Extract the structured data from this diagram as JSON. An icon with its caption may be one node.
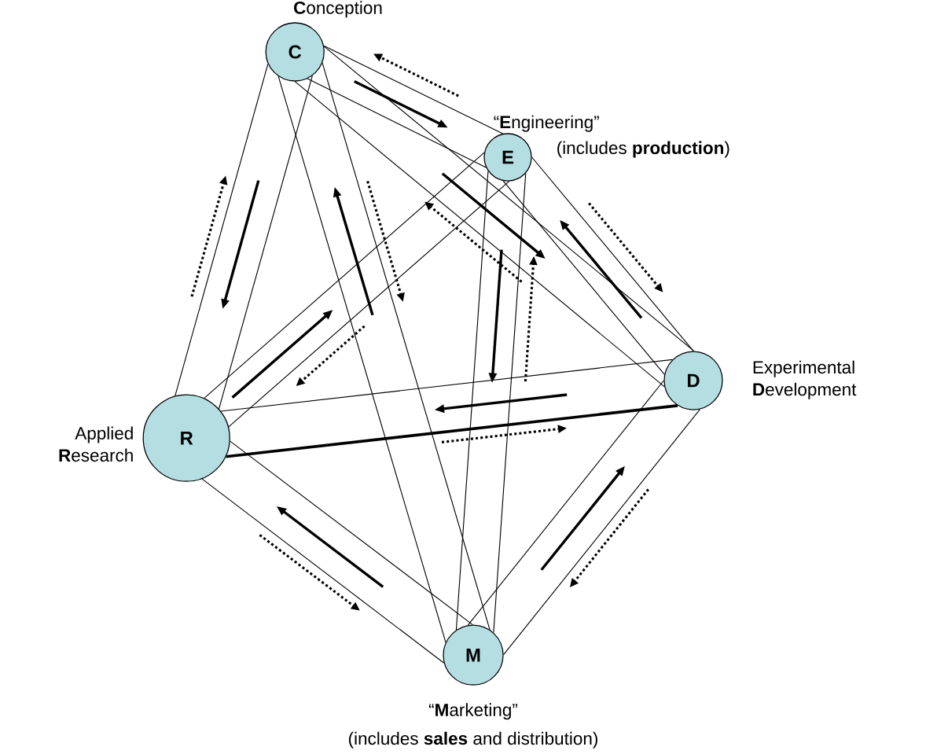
{
  "diagram": {
    "nodes": [
      {
        "text": [
          "C"
        ],
        "beside": [
          "**C**onception"
        ]
      },
      {
        "text": [
          "E"
        ],
        "beside": [
          "“**E**ngineering”",
          "(includes **production**)"
        ]
      },
      {
        "text": [
          "D"
        ],
        "beside": [
          "Experimental **D**evelopment"
        ]
      },
      {
        "text": [
          "R"
        ],
        "beside": [
          "Applied **R**esearch"
        ]
      },
      {
        "text": [
          "M"
        ],
        "beside": [
          "“**M**arketing”",
          "(includes **sales** and distribution)"
        ]
      }
    ],
    "edges": [
      {
        "from": 0,
        "to": 1,
        "arrow": "none"
      },
      {
        "from": 0,
        "to": 1,
        "arrow": "none"
      },
      {
        "from": 0,
        "to": 3,
        "arrow": "none"
      },
      {
        "from": 0,
        "to": 3,
        "arrow": "none"
      },
      {
        "from": 0,
        "to": 4,
        "arrow": "none"
      },
      {
        "from": 0,
        "to": 4,
        "arrow": "none"
      },
      {
        "from": 0,
        "to": 2,
        "arrow": "none"
      },
      {
        "from": 0,
        "to": 2,
        "arrow": "none"
      },
      {
        "from": 1,
        "to": 3,
        "arrow": "none"
      },
      {
        "from": 1,
        "to": 3,
        "arrow": "none"
      },
      {
        "from": 1,
        "to": 4,
        "arrow": "none"
      },
      {
        "from": 1,
        "to": 4,
        "arrow": "none"
      },
      {
        "from": 1,
        "to": 2,
        "arrow": "none"
      },
      {
        "from": 1,
        "to": 2,
        "arrow": "none"
      },
      {
        "from": 3,
        "to": 2,
        "arrow": "none",
        "style": "thick"
      },
      {
        "from": 3,
        "to": 2,
        "arrow": "none"
      },
      {
        "from": 3,
        "to": 4,
        "arrow": "none"
      },
      {
        "from": 3,
        "to": 4,
        "arrow": "none"
      },
      {
        "from": 4,
        "to": 2,
        "arrow": "none"
      },
      {
        "from": 4,
        "to": 2,
        "arrow": "none"
      }
    ]
  }
}
